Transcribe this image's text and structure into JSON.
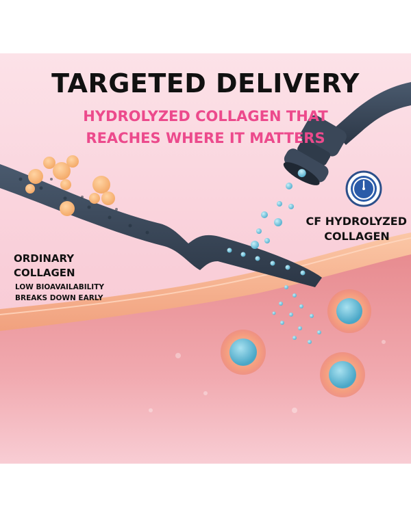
{
  "headline": {
    "title": "TARGETED DELIVERY",
    "subtitle_line1": "HYDROLYZED COLLAGEN THAT",
    "subtitle_line2": "REACHES WHERE IT MATTERS"
  },
  "cf_callout": {
    "line1": "CF HYDROLYZED",
    "line2": "COLLAGEN",
    "icon": "clock-icon"
  },
  "ordinary_callout": {
    "line1": "ORDINARY",
    "line2": "COLLAGEN",
    "detail1": "LOW BIOAVAILABILITY",
    "detail2": "BREAKS DOWN EARLY"
  },
  "colors": {
    "title": "#111111",
    "subtitle_accent": "#ec4a8c",
    "background_pink": "#fbd3dd",
    "skin": "#f7b696",
    "tissue": "#e98e92",
    "tube": "#3d4a5b",
    "droplet": "#7cc8dd",
    "clump": "#f6b67c",
    "cell": "#f5a37e"
  }
}
